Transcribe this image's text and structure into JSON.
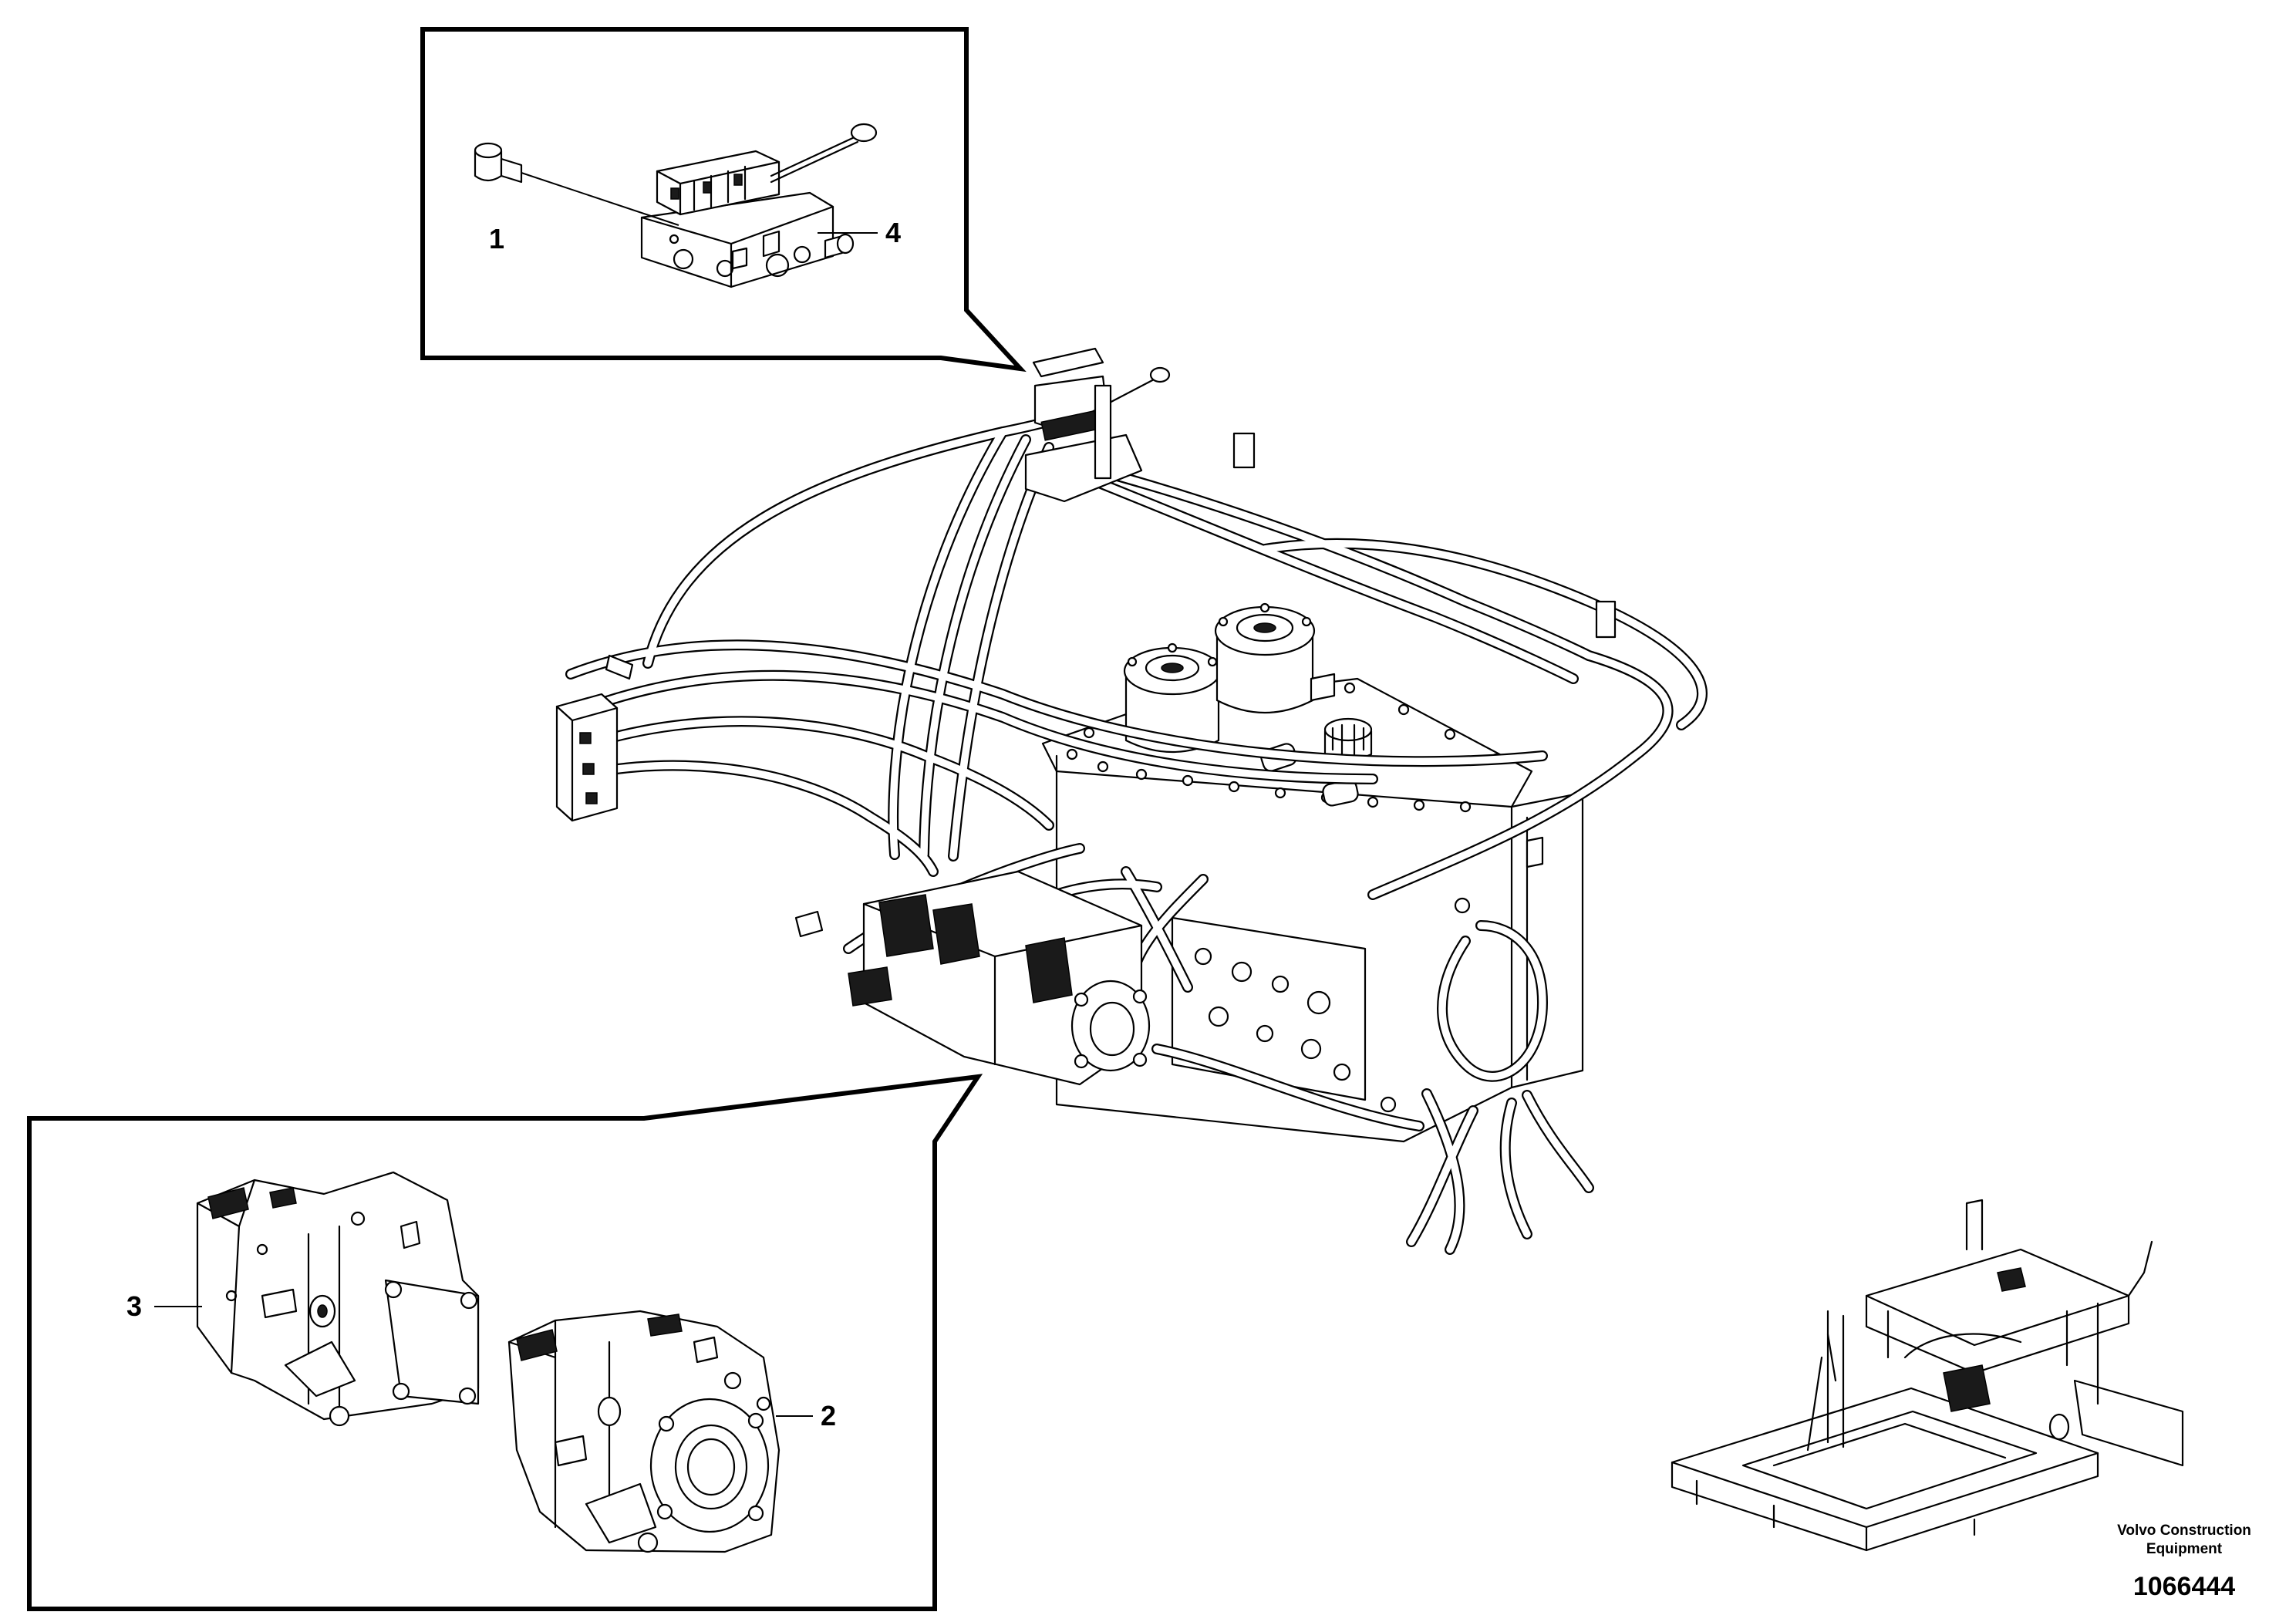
{
  "callouts": {
    "c1": "1",
    "c2": "2",
    "c3": "3",
    "c4": "4"
  },
  "brand": {
    "line1": "Volvo Construction",
    "line2": "Equipment"
  },
  "document_number": "1066444"
}
